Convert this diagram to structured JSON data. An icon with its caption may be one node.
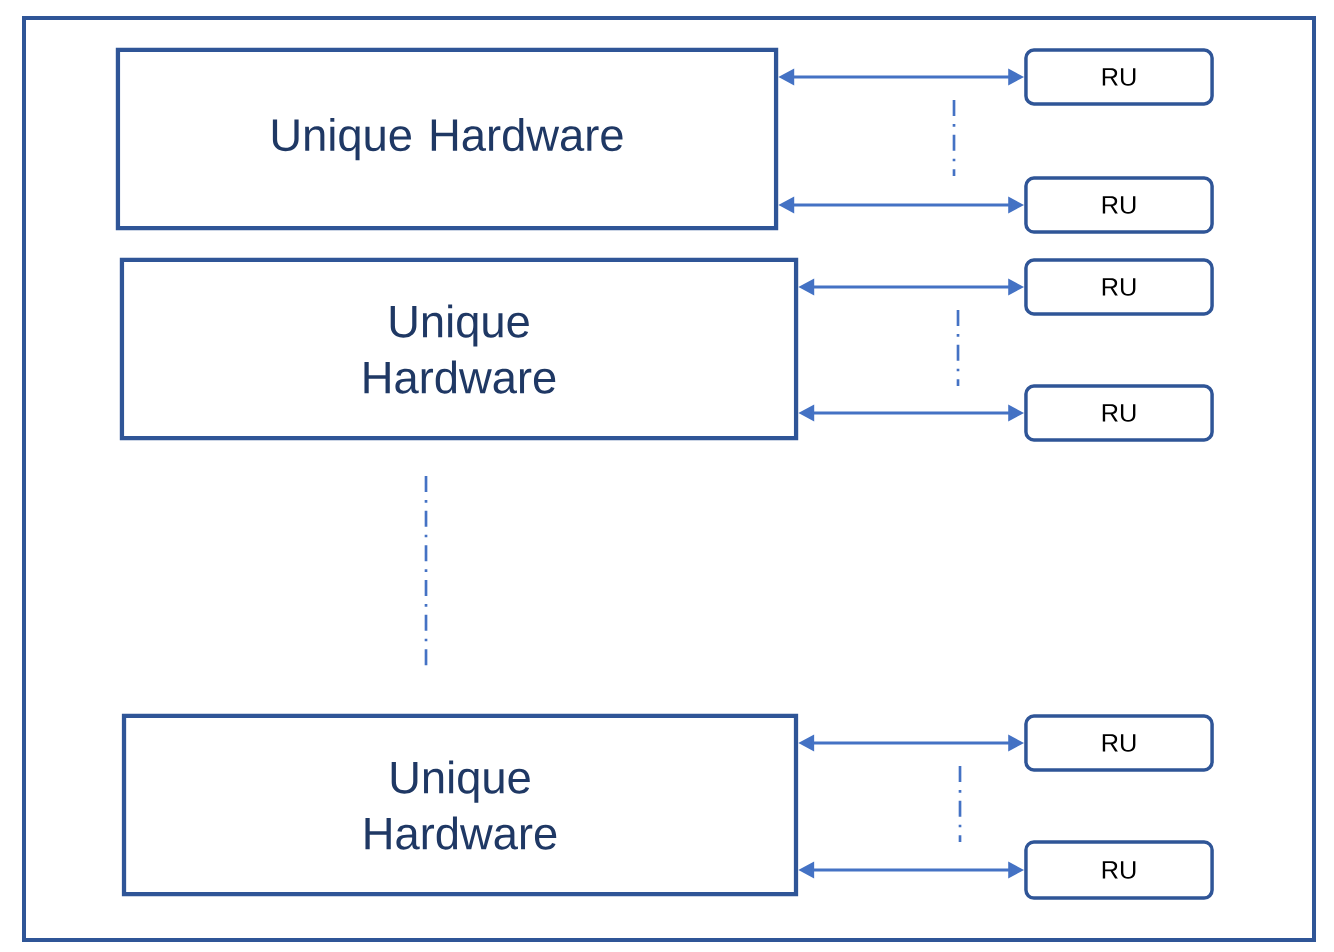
{
  "diagram": {
    "nodes": [
      {
        "text": [
          "Unique Hardware"
        ]
      },
      {
        "text": [
          "RU"
        ]
      },
      {
        "text": [
          "RU"
        ]
      },
      {
        "text": [
          "Unique Hardware"
        ]
      },
      {
        "text": [
          "RU"
        ]
      },
      {
        "text": [
          "RU"
        ]
      },
      {
        "text": [
          "Unique Hardware"
        ]
      },
      {
        "text": [
          "RU"
        ]
      },
      {
        "text": [
          "RU"
        ]
      }
    ],
    "edges": [
      {
        "from": 0,
        "to": 1,
        "arrow": "both"
      },
      {
        "from": 0,
        "to": 2,
        "arrow": "both"
      },
      {
        "from": 3,
        "to": 4,
        "arrow": "both"
      },
      {
        "from": 3,
        "to": 5,
        "arrow": "both"
      },
      {
        "from": 6,
        "to": 7,
        "arrow": "both"
      },
      {
        "from": 6,
        "to": 8,
        "arrow": "both"
      }
    ]
  }
}
